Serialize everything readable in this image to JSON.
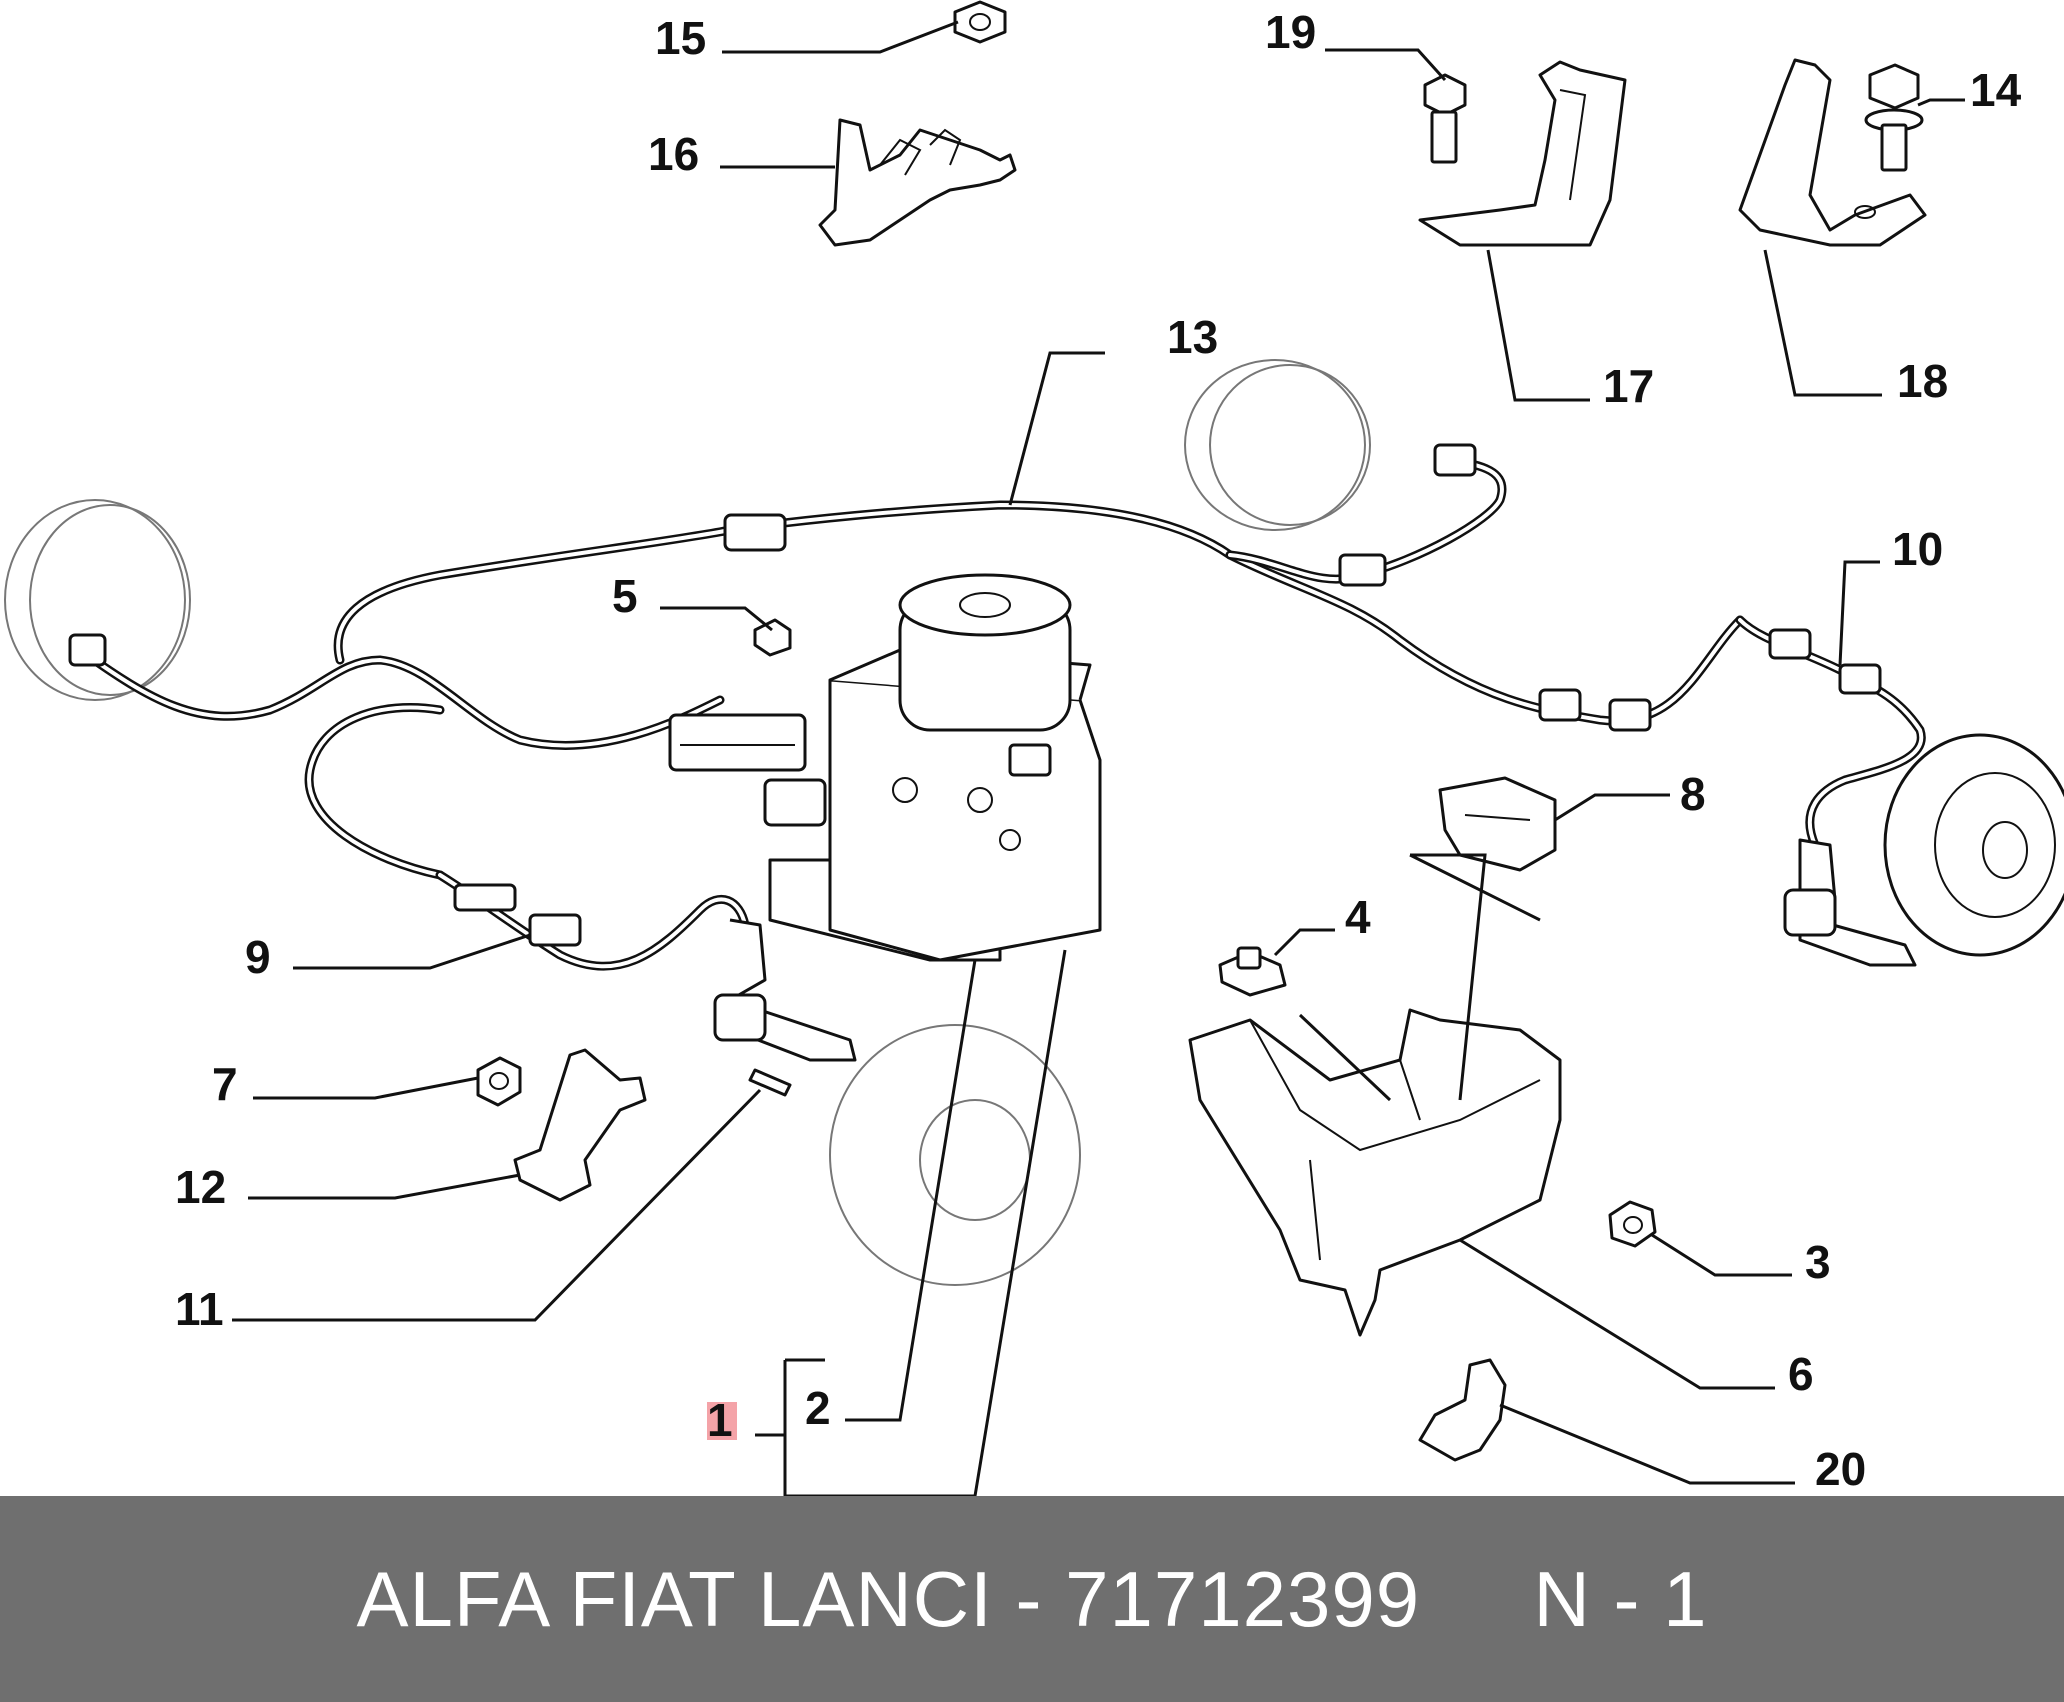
{
  "callouts": {
    "c1": "1",
    "c2": "2",
    "c3": "3",
    "c4": "4",
    "c5": "5",
    "c6": "6",
    "c7": "7",
    "c8": "8",
    "c9": "9",
    "c10": "10",
    "c11": "11",
    "c12": "12",
    "c13": "13",
    "c14": "14",
    "c15": "15",
    "c16": "16",
    "c17": "17",
    "c18": "18",
    "c19": "19",
    "c20": "20"
  },
  "highlight_color": "#f4a3a8",
  "footer": {
    "text": "ALFA FIAT LANCI - 71712399     N - 1",
    "background": "#6f6f6f"
  }
}
